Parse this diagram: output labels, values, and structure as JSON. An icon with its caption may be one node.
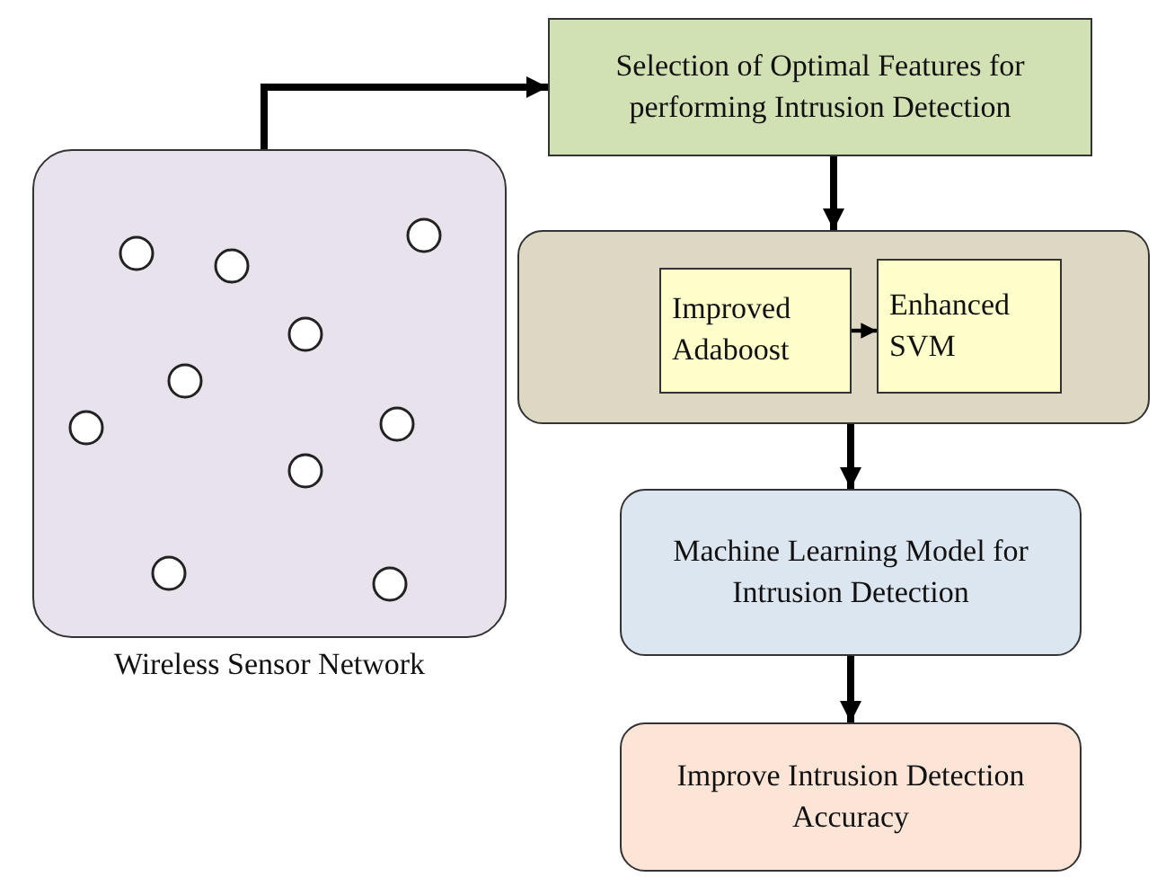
{
  "diagram": {
    "nodes": [
      {
        "text": [],
        "shape": "box",
        "beside": [
          "Wireless Sensor Network"
        ]
      },
      {
        "text": [
          "Selection of Optimal Features for performing Intrusion Detection"
        ]
      },
      {
        "text": [],
        "shape": "box"
      },
      {
        "text": [
          "Improved Adaboost"
        ],
        "in": 2
      },
      {
        "text": [
          "Enhanced SVM"
        ],
        "in": 2
      },
      {
        "text": [
          "Machine Learning Model for Intrusion Detection"
        ]
      },
      {
        "text": [
          "Improve Intrusion Detection Accuracy"
        ]
      }
    ],
    "edges": [
      {
        "from": 0,
        "to": 1,
        "arrow": "to"
      },
      {
        "from": 1,
        "to": 2,
        "arrow": "to"
      },
      {
        "from": 3,
        "to": 4,
        "arrow": "to"
      },
      {
        "from": 2,
        "to": 5,
        "arrow": "to"
      },
      {
        "from": 5,
        "to": 6,
        "arrow": "to"
      }
    ]
  }
}
